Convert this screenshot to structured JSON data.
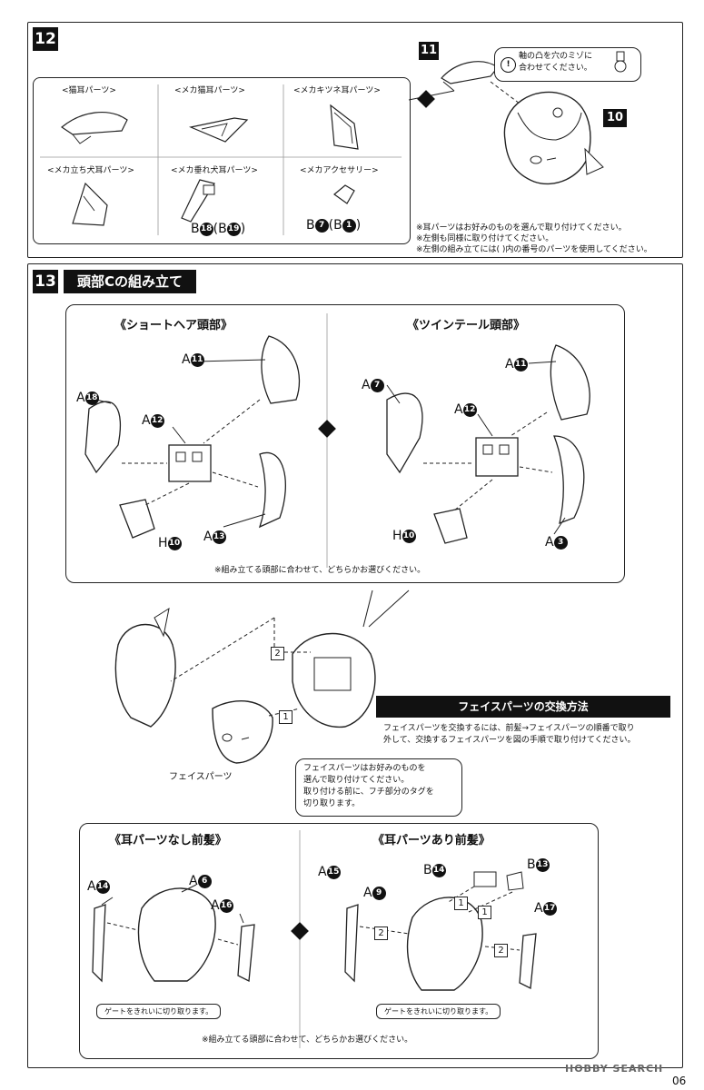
{
  "step12": {
    "number": "12",
    "callout_11": "11",
    "callout_10": "10",
    "hint_bubble": [
      "軸の凸を穴のミゾに",
      "合わせてください。"
    ],
    "hint_icon": "!",
    "options": [
      {
        "label": "<猫耳パーツ>"
      },
      {
        "label": "<メカ猫耳パーツ>"
      },
      {
        "label": "<メカキツネ耳パーツ>"
      },
      {
        "label": "<メカ立ち犬耳パーツ>"
      },
      {
        "label": "<メカ垂れ犬耳パーツ>",
        "ref": "B",
        "num": "18",
        "alt_ref": "B",
        "alt_num": "19"
      },
      {
        "label": "<メカアクセサリー>",
        "ref": "B",
        "num": "7",
        "alt_ref": "B",
        "alt_num": "1"
      }
    ],
    "notes": [
      "※耳パーツはお好みのものを選んで取り付けてください。",
      "※左側も同様に取り付けてください。",
      "※左側の組み立てには(  )内の番号のパーツを使用してください。"
    ]
  },
  "step13": {
    "number": "13",
    "title": "頭部Cの組み立て",
    "short_hair": {
      "title": "《ショートヘア頭部》",
      "parts": [
        {
          "ref": "A",
          "num": "11"
        },
        {
          "ref": "A",
          "num": "18"
        },
        {
          "ref": "A",
          "num": "12"
        },
        {
          "ref": "A",
          "num": "13"
        },
        {
          "ref": "H",
          "num": "10"
        }
      ]
    },
    "twin_tail": {
      "title": "《ツインテール頭部》",
      "parts": [
        {
          "ref": "A",
          "num": "11"
        },
        {
          "ref": "A",
          "num": "7"
        },
        {
          "ref": "A",
          "num": "12"
        },
        {
          "ref": "H",
          "num": "10"
        },
        {
          "ref": "A",
          "num": "3"
        }
      ]
    },
    "select_note": "※組み立てる頭部に合わせて、どちらかお選びください。",
    "face_label": "フェイスパーツ",
    "face_bubble": [
      "フェイスパーツはお好みのものを",
      "選んで取り付けてください。",
      "取り付ける前に、フチ部分のタグを",
      "切り取ります。"
    ],
    "exchange_title": "フェイスパーツの交換方法",
    "exchange_text": [
      "フェイスパーツを交換するには、前髪→フェイスパーツの順番で取り",
      "外して、交換するフェイスパーツを図の手順で取り付けてください。"
    ],
    "order_1": "1",
    "order_2": "2",
    "no_ear": {
      "title": "《耳パーツなし前髪》",
      "parts": [
        {
          "ref": "A",
          "num": "14"
        },
        {
          "ref": "A",
          "num": "6"
        },
        {
          "ref": "A",
          "num": "16"
        }
      ],
      "gate_note": "ゲートをきれいに切り取ります。"
    },
    "with_ear": {
      "title": "《耳パーツあり前髪》",
      "parts": [
        {
          "ref": "A",
          "num": "15"
        },
        {
          "ref": "A",
          "num": "9"
        },
        {
          "ref": "B",
          "num": "14"
        },
        {
          "ref": "B",
          "num": "13"
        },
        {
          "ref": "A",
          "num": "17"
        }
      ],
      "gate_note": "ゲートをきれいに切り取ります。"
    },
    "select_note2": "※組み立てる頭部に合わせて、どちらかお選びください。"
  },
  "footer": {
    "watermark": "HOBBY SEARCH",
    "page": "06"
  }
}
